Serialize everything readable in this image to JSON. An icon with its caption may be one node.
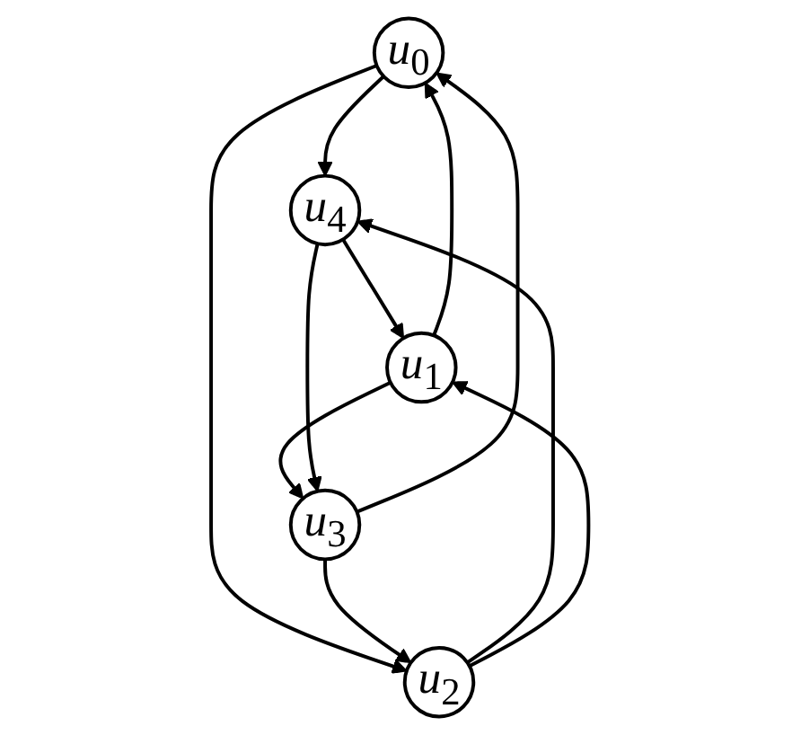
{
  "diagram": {
    "nodes": [
      {
        "text": [
          "*u*$_{0}$"
        ]
      },
      {
        "text": [
          "*u*$_{1}$"
        ]
      },
      {
        "text": [
          "*u*$_{2}$"
        ]
      },
      {
        "text": [
          "*u*$_{3}$"
        ]
      },
      {
        "text": [
          "*u*$_{4}$"
        ]
      }
    ],
    "edges": [
      {
        "from": 0,
        "to": 4,
        "arrow": "to"
      },
      {
        "from": 1,
        "to": 0,
        "arrow": "to"
      },
      {
        "from": 4,
        "to": 1,
        "arrow": "to"
      },
      {
        "from": 1,
        "to": 3,
        "arrow": "to"
      },
      {
        "from": 3,
        "to": 0,
        "arrow": "to"
      },
      {
        "from": 0,
        "to": 2,
        "arrow": "to"
      },
      {
        "from": 2,
        "to": 4,
        "arrow": "to"
      },
      {
        "from": 3,
        "to": 2,
        "arrow": "to"
      },
      {
        "from": 4,
        "to": 3,
        "arrow": "to"
      },
      {
        "from": 2,
        "to": 1,
        "arrow": "to"
      }
    ]
  }
}
